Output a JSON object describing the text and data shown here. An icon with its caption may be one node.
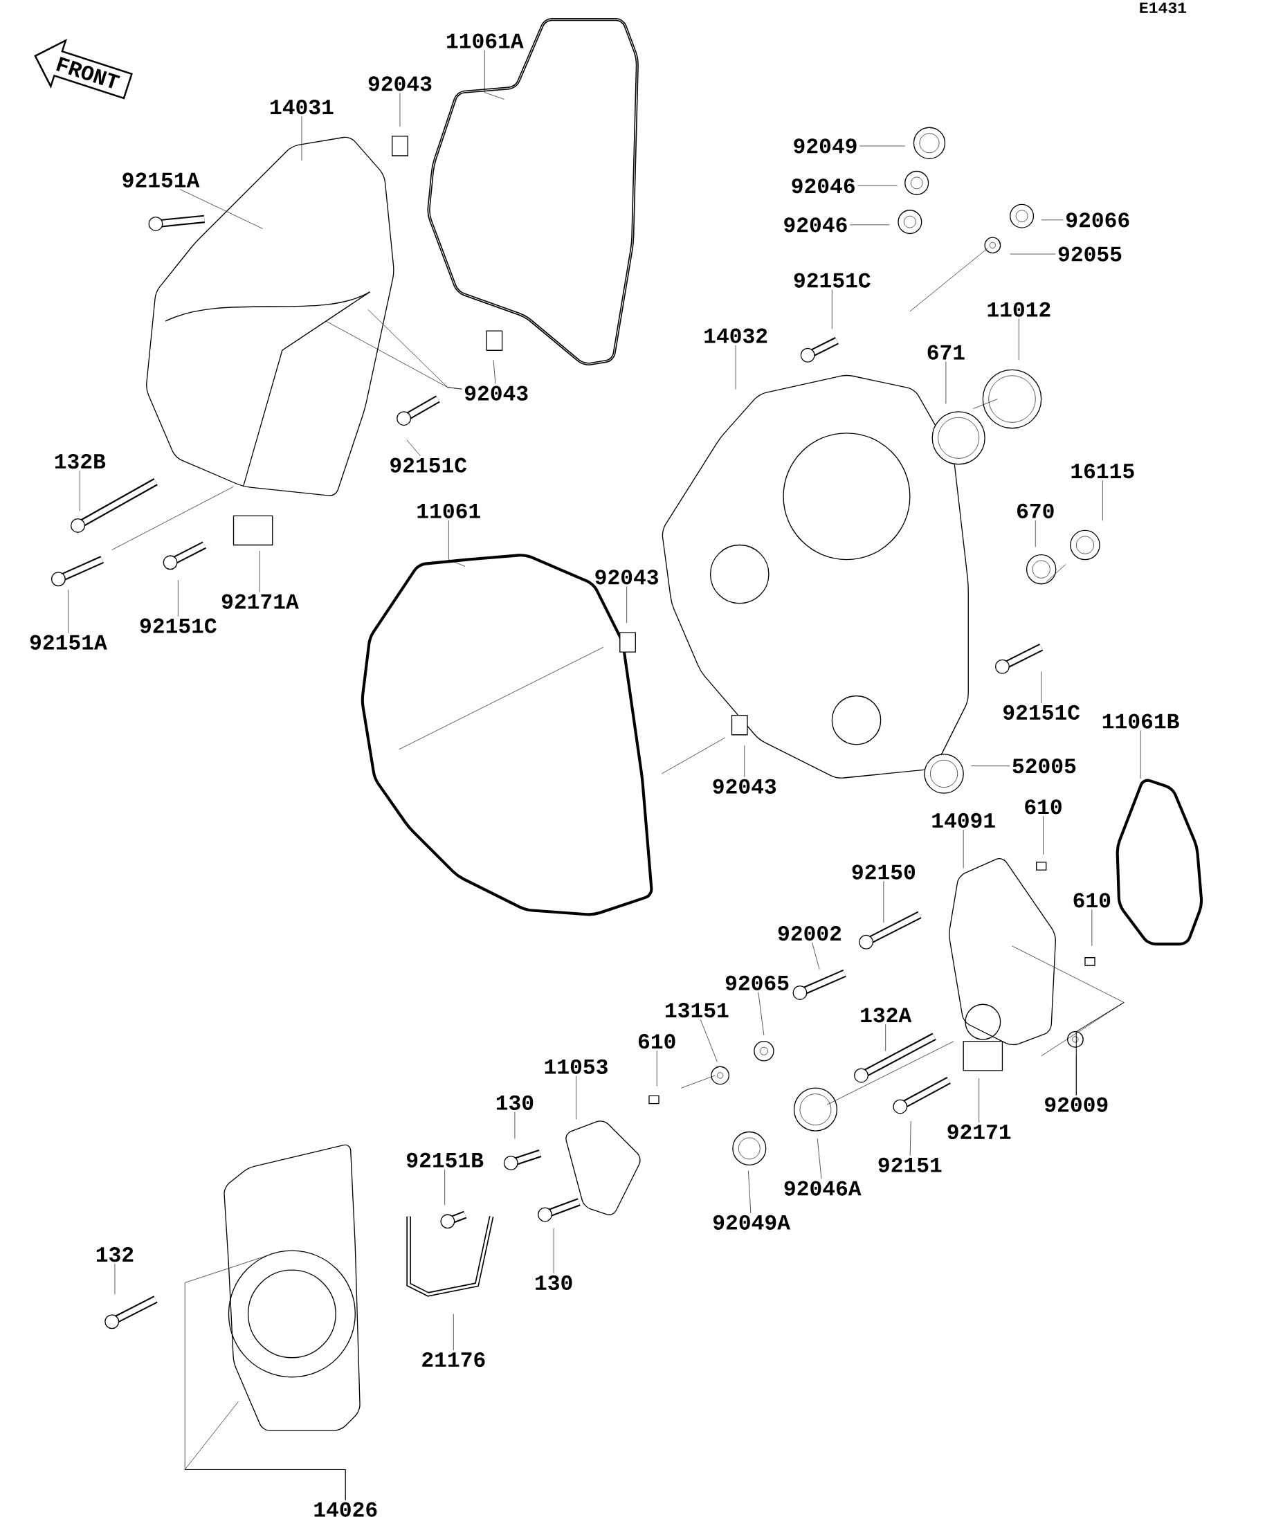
{
  "diagram": {
    "nodes": [
      {
        "text": [
          "FRONT"
        ]
      },
      {
        "text": [
          "11061A"
        ]
      },
      {
        "text": [
          "92043"
        ]
      },
      {
        "text": [
          "14031"
        ]
      },
      {
        "text": [
          "92151A"
        ]
      },
      {
        "text": [
          "92043"
        ]
      },
      {
        "text": [
          "92151C"
        ]
      },
      {
        "text": [
          "132B"
        ]
      },
      {
        "text": [
          "92151A"
        ]
      },
      {
        "text": [
          "92151C"
        ]
      },
      {
        "text": [
          "92171A"
        ]
      },
      {
        "text": [
          "11061"
        ]
      },
      {
        "text": [
          "92043"
        ]
      },
      {
        "text": [
          "92043"
        ]
      },
      {
        "text": [
          "14032"
        ]
      },
      {
        "text": [
          "92151C"
        ]
      },
      {
        "text": [
          "92049"
        ]
      },
      {
        "text": [
          "92046"
        ]
      },
      {
        "text": [
          "92046"
        ]
      },
      {
        "text": [
          "92066"
        ]
      },
      {
        "text": [
          "92055"
        ]
      },
      {
        "text": [
          "11012"
        ]
      },
      {
        "text": [
          "671"
        ]
      },
      {
        "text": [
          "16115"
        ]
      },
      {
        "text": [
          "670"
        ]
      },
      {
        "text": [
          "92151C"
        ]
      },
      {
        "text": [
          "11061B"
        ]
      },
      {
        "text": [
          "52005"
        ]
      },
      {
        "text": [
          "14091"
        ]
      },
      {
        "text": [
          "610"
        ]
      },
      {
        "text": [
          "610"
        ]
      },
      {
        "text": [
          "92150"
        ]
      },
      {
        "text": [
          "92002"
        ]
      },
      {
        "text": [
          "92065"
        ]
      },
      {
        "text": [
          "13151"
        ]
      },
      {
        "text": [
          "132A"
        ]
      },
      {
        "text": [
          "92009"
        ]
      },
      {
        "text": [
          "92171"
        ]
      },
      {
        "text": [
          "92151"
        ]
      },
      {
        "text": [
          "610"
        ]
      },
      {
        "text": [
          "11053"
        ]
      },
      {
        "text": [
          "130"
        ]
      },
      {
        "text": [
          "92151B"
        ]
      },
      {
        "text": [
          "130"
        ]
      },
      {
        "text": [
          "92049A"
        ]
      },
      {
        "text": [
          "92046A"
        ]
      },
      {
        "text": [
          "21176"
        ]
      },
      {
        "text": [
          "132"
        ]
      },
      {
        "text": [
          "14026"
        ]
      }
    ],
    "edges": [
      {
        "from": 1,
        "to": null,
        "arrow": "none"
      },
      {
        "from": 2,
        "to": null,
        "arrow": "none"
      },
      {
        "from": 3,
        "to": null,
        "arrow": "none"
      },
      {
        "from": 4,
        "to": null,
        "arrow": "none"
      },
      {
        "from": 5,
        "to": null,
        "arrow": "none"
      },
      {
        "from": 6,
        "to": null,
        "arrow": "none"
      },
      {
        "from": 7,
        "to": null,
        "arrow": "none"
      },
      {
        "from": 8,
        "to": null,
        "arrow": "none"
      },
      {
        "from": 9,
        "to": null,
        "arrow": "none"
      },
      {
        "from": 10,
        "to": null,
        "arrow": "none"
      },
      {
        "from": 11,
        "to": null,
        "arrow": "none"
      },
      {
        "from": 12,
        "to": null,
        "arrow": "none"
      },
      {
        "from": 13,
        "to": null,
        "arrow": "none"
      },
      {
        "from": 14,
        "to": null,
        "arrow": "none"
      },
      {
        "from": 15,
        "to": null,
        "arrow": "none"
      },
      {
        "from": 16,
        "to": null,
        "arrow": "none"
      },
      {
        "from": 17,
        "to": null,
        "arrow": "none"
      },
      {
        "from": 18,
        "to": null,
        "arrow": "none"
      },
      {
        "from": 19,
        "to": null,
        "arrow": "none"
      },
      {
        "from": 20,
        "to": null,
        "arrow": "none"
      },
      {
        "from": 21,
        "to": null,
        "arrow": "none"
      },
      {
        "from": 22,
        "to": null,
        "arrow": "none"
      },
      {
        "from": 23,
        "to": null,
        "arrow": "none"
      },
      {
        "from": 24,
        "to": null,
        "arrow": "none"
      },
      {
        "from": 25,
        "to": null,
        "arrow": "none"
      },
      {
        "from": 26,
        "to": null,
        "arrow": "none"
      },
      {
        "from": 27,
        "to": null,
        "arrow": "none"
      },
      {
        "from": 28,
        "to": null,
        "arrow": "none"
      },
      {
        "from": 29,
        "to": null,
        "arrow": "none"
      },
      {
        "from": 30,
        "to": null,
        "arrow": "none"
      },
      {
        "from": 31,
        "to": null,
        "arrow": "none"
      },
      {
        "from": 32,
        "to": null,
        "arrow": "none"
      },
      {
        "from": 33,
        "to": null,
        "arrow": "none"
      },
      {
        "from": 34,
        "to": null,
        "arrow": "none"
      },
      {
        "from": 35,
        "to": null,
        "arrow": "none"
      },
      {
        "from": 36,
        "to": null,
        "arrow": "none"
      },
      {
        "from": 37,
        "to": null,
        "arrow": "none"
      },
      {
        "from": 38,
        "to": null,
        "arrow": "none"
      },
      {
        "from": 39,
        "to": null,
        "arrow": "none"
      },
      {
        "from": 40,
        "to": null,
        "arrow": "none"
      },
      {
        "from": 41,
        "to": null,
        "arrow": "none"
      },
      {
        "from": 42,
        "to": null,
        "arrow": "none"
      },
      {
        "from": 43,
        "to": null,
        "arrow": "none"
      },
      {
        "from": 44,
        "to": null,
        "arrow": "none"
      },
      {
        "from": 45,
        "to": null,
        "arrow": "none"
      },
      {
        "from": 46,
        "to": null,
        "arrow": "none"
      },
      {
        "from": 47,
        "to": null,
        "arrow": "none"
      },
      {
        "from": 48,
        "to": null,
        "arrow": "none"
      },
      {
        "from": 5,
        "to": null,
        "arrow": "none"
      },
      {
        "from": 5,
        "to": null,
        "arrow": "none"
      },
      {
        "from": 36,
        "to": null,
        "arrow": "none"
      },
      {
        "from": 36,
        "to": null,
        "arrow": "none"
      },
      {
        "from": 48,
        "to": null,
        "arrow": "none"
      },
      {
        "from": 48,
        "to": null,
        "arrow": "none"
      }
    ],
    "labels": [
      "E1431"
    ]
  }
}
